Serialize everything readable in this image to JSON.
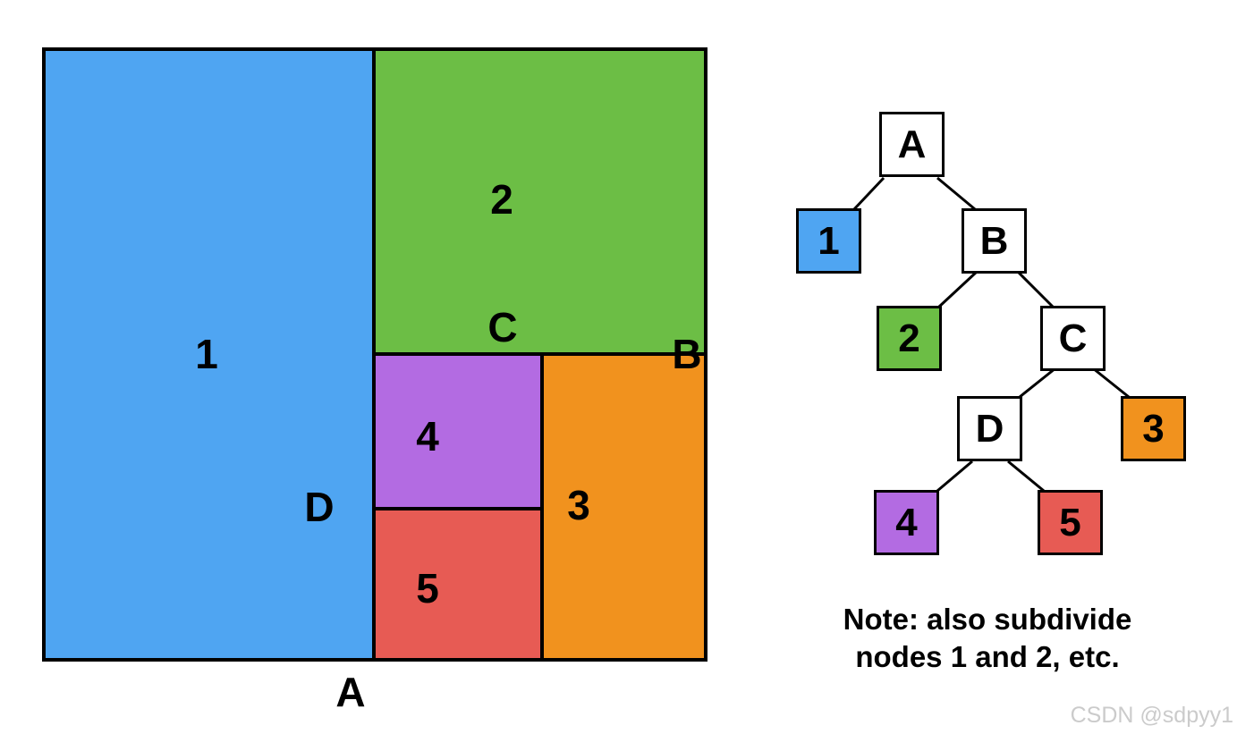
{
  "colors": {
    "blue": "#4FA5F2",
    "green": "#6CBE45",
    "orange": "#F1921E",
    "purple": "#B36BE2",
    "red": "#E75B54",
    "outline": "#000000",
    "node_fill": "#FFFFFF",
    "watermark": "#CBCBCB"
  },
  "subdivision": {
    "regions": [
      {
        "id": "1",
        "label": "1",
        "color_key": "blue"
      },
      {
        "id": "2",
        "label": "2",
        "color_key": "green"
      },
      {
        "id": "3",
        "label": "3",
        "color_key": "orange"
      },
      {
        "id": "4",
        "label": "4",
        "color_key": "purple"
      },
      {
        "id": "5",
        "label": "5",
        "color_key": "red"
      }
    ],
    "splits": [
      {
        "id": "A",
        "label": "A",
        "orientation": "vertical"
      },
      {
        "id": "B",
        "label": "B",
        "orientation": "horizontal"
      },
      {
        "id": "C",
        "label": "C",
        "orientation": "vertical"
      },
      {
        "id": "D",
        "label": "D",
        "orientation": "horizontal"
      }
    ]
  },
  "tree": {
    "nodes": [
      {
        "id": "A",
        "label": "A",
        "kind": "split"
      },
      {
        "id": "1",
        "label": "1",
        "kind": "leaf",
        "color_key": "blue"
      },
      {
        "id": "B",
        "label": "B",
        "kind": "split"
      },
      {
        "id": "2",
        "label": "2",
        "kind": "leaf",
        "color_key": "green"
      },
      {
        "id": "C",
        "label": "C",
        "kind": "split"
      },
      {
        "id": "D",
        "label": "D",
        "kind": "split"
      },
      {
        "id": "3",
        "label": "3",
        "kind": "leaf",
        "color_key": "orange"
      },
      {
        "id": "4",
        "label": "4",
        "kind": "leaf",
        "color_key": "purple"
      },
      {
        "id": "5",
        "label": "5",
        "kind": "leaf",
        "color_key": "red"
      }
    ],
    "edges": [
      {
        "from": "A",
        "to": "1"
      },
      {
        "from": "A",
        "to": "B"
      },
      {
        "from": "B",
        "to": "2"
      },
      {
        "from": "B",
        "to": "C"
      },
      {
        "from": "C",
        "to": "D"
      },
      {
        "from": "C",
        "to": "3"
      },
      {
        "from": "D",
        "to": "4"
      },
      {
        "from": "D",
        "to": "5"
      }
    ]
  },
  "note": {
    "line1": "Note: also subdivide",
    "line2": "nodes 1 and 2, etc."
  },
  "watermark": {
    "text": "CSDN @sdpyy1"
  }
}
